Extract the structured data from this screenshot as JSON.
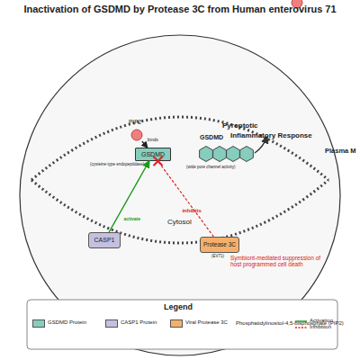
{
  "diagram": {
    "title": "Inactivation of GSDMD by Protease 3C from Human enterovirus 71",
    "nodes": [
      {
        "text": [
          "PIP2"
        ]
      },
      {
        "text": [
          "GSDMD"
        ]
      },
      {
        "text": [
          "GSDMD",
          "(wide pore channel activity)"
        ]
      },
      {
        "text": [
          "CASP1"
        ]
      },
      {
        "text": [
          "Protease 3C",
          "(EV71)"
        ]
      }
    ],
    "edges": [
      {
        "from": 0,
        "to": 1,
        "arrow": "to",
        "label": "binds"
      },
      {
        "from": 3,
        "to": 1,
        "arrow": "to",
        "label": "activate"
      },
      {
        "from": 4,
        "to": 1,
        "arrow": "none",
        "label": "inhibits"
      }
    ],
    "labels": [
      "Pyroptotic",
      "Inflammatory Response",
      "(cysteine-type endopeptidase)",
      "Cytosol",
      "Symbiont-mediated suppression of host programmed cell death",
      "Legend",
      "Plasma M"
    ],
    "legend": [
      {
        "text": "GSDMD Protein",
        "color": "#86cdbd"
      },
      {
        "text": "CASP1 Protein",
        "color": "#c5c0e0"
      },
      {
        "text": "Viral Protease 3C",
        "color": "#f4b06b"
      },
      {
        "text": "Phosphatidylinositol-4,5-bisphosphate (PIP2)"
      },
      {
        "text": "Activation"
      },
      {
        "text": "Inhibition"
      }
    ]
  }
}
